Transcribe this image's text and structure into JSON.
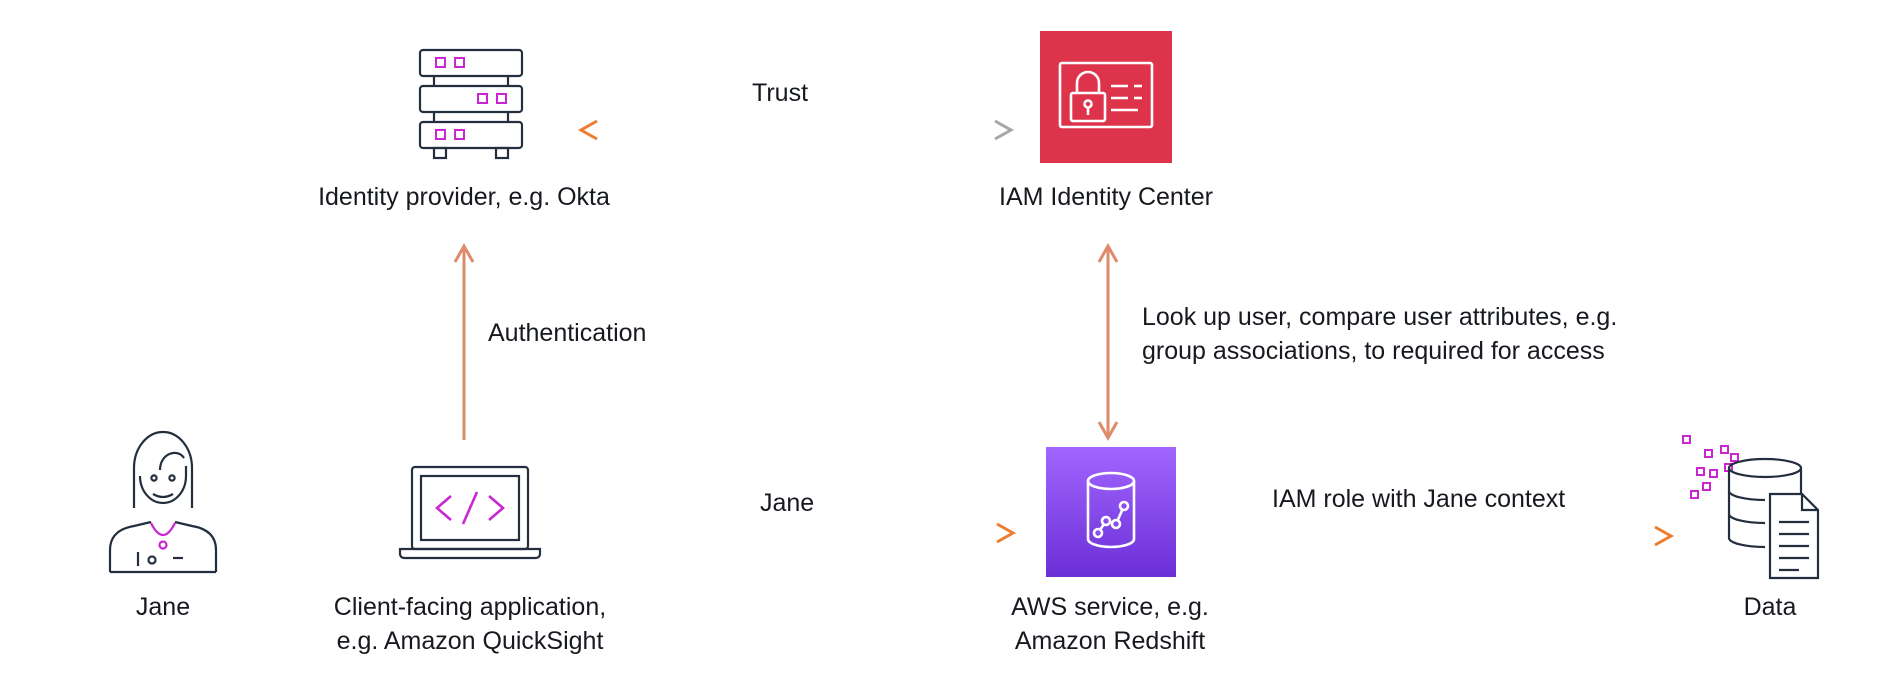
{
  "nodes": {
    "identity_provider": {
      "label": "Identity provider, e.g. Okta",
      "icon": "server-stack-icon"
    },
    "iam_identity_center": {
      "label": "IAM Identity Center",
      "icon": "id-card-lock-icon",
      "color": "#dd344c"
    },
    "user": {
      "label": "Jane",
      "icon": "person-icon"
    },
    "client_app": {
      "label_line1": "Client-facing application,",
      "label_line2": "e.g. Amazon QuickSight",
      "icon": "laptop-code-icon"
    },
    "aws_service": {
      "label_line1": "AWS service, e.g.",
      "label_line2": "Amazon Redshift",
      "icon": "redshift-database-icon",
      "color_top": "#a166ff",
      "color_bottom": "#6b2fd6"
    },
    "data": {
      "label": "Data",
      "icon": "database-document-icon"
    }
  },
  "edges": {
    "trust": "Trust",
    "authentication": "Authentication",
    "lookup_line1": "Look up user, compare user attributes, e.g.",
    "lookup_line2": "group associations, to required for access",
    "jane": "Jane",
    "iam_role": "IAM role with Jane context"
  },
  "colors": {
    "arrow_orange": "#ed7d31",
    "arrow_salmon": "#de8b6b",
    "arrow_gray": "#a6a6a6",
    "accent_magenta": "#c925d1"
  }
}
